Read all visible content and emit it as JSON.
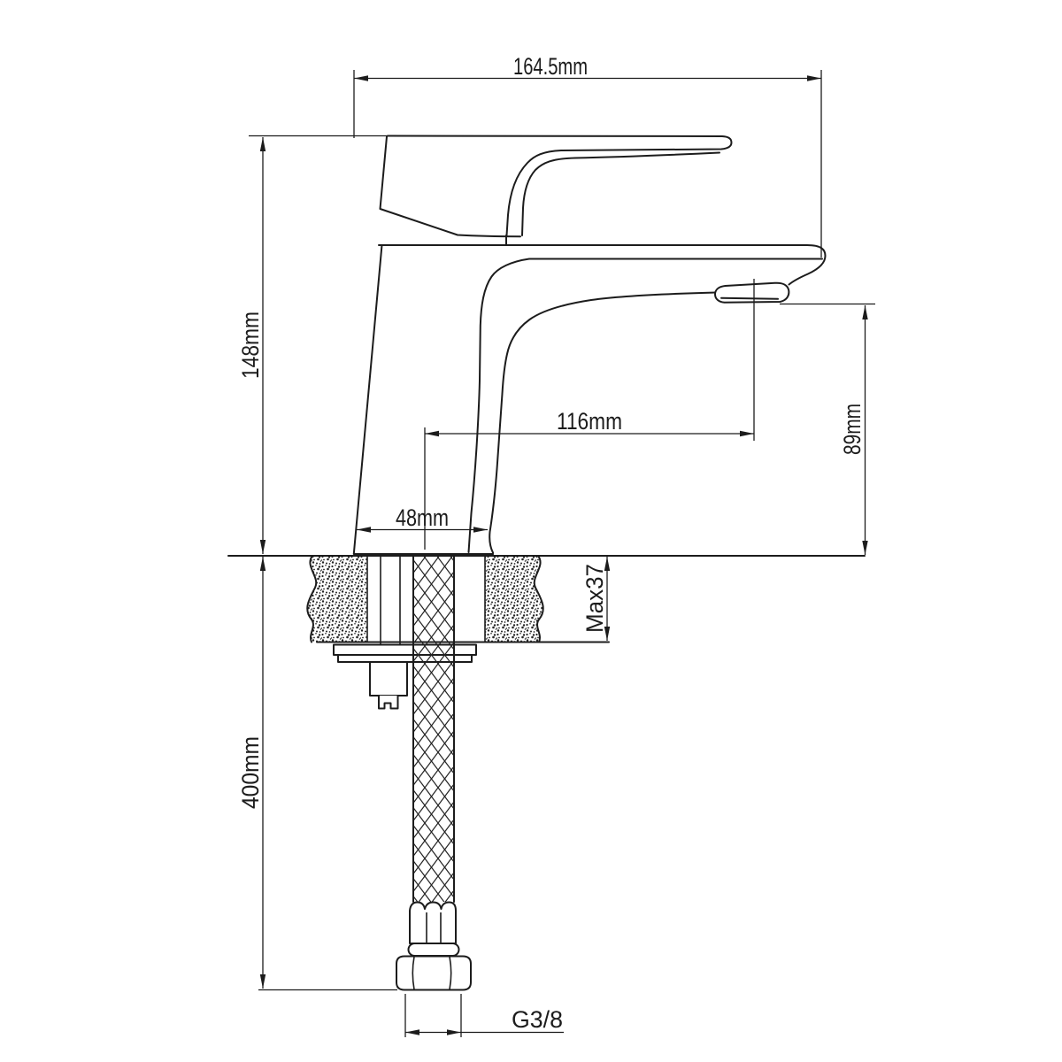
{
  "drawing": {
    "background_color": "#ffffff",
    "line_color": "#1c1c1c",
    "dimensions": {
      "overall_width": {
        "label": "164.5mm",
        "orientation": "horizontal"
      },
      "body_height": {
        "label": "148mm",
        "orientation": "vertical"
      },
      "spout_reach": {
        "label": "116mm",
        "orientation": "horizontal"
      },
      "spout_outlet_height": {
        "label": "89mm",
        "orientation": "vertical"
      },
      "base_width": {
        "label": "48mm",
        "orientation": "horizontal"
      },
      "max_counter_thickness": {
        "label": "Max37",
        "orientation": "vertical"
      },
      "hose_length": {
        "label": "400mm",
        "orientation": "vertical"
      },
      "thread_size": {
        "label": "G3/8",
        "orientation": "horizontal"
      }
    }
  }
}
